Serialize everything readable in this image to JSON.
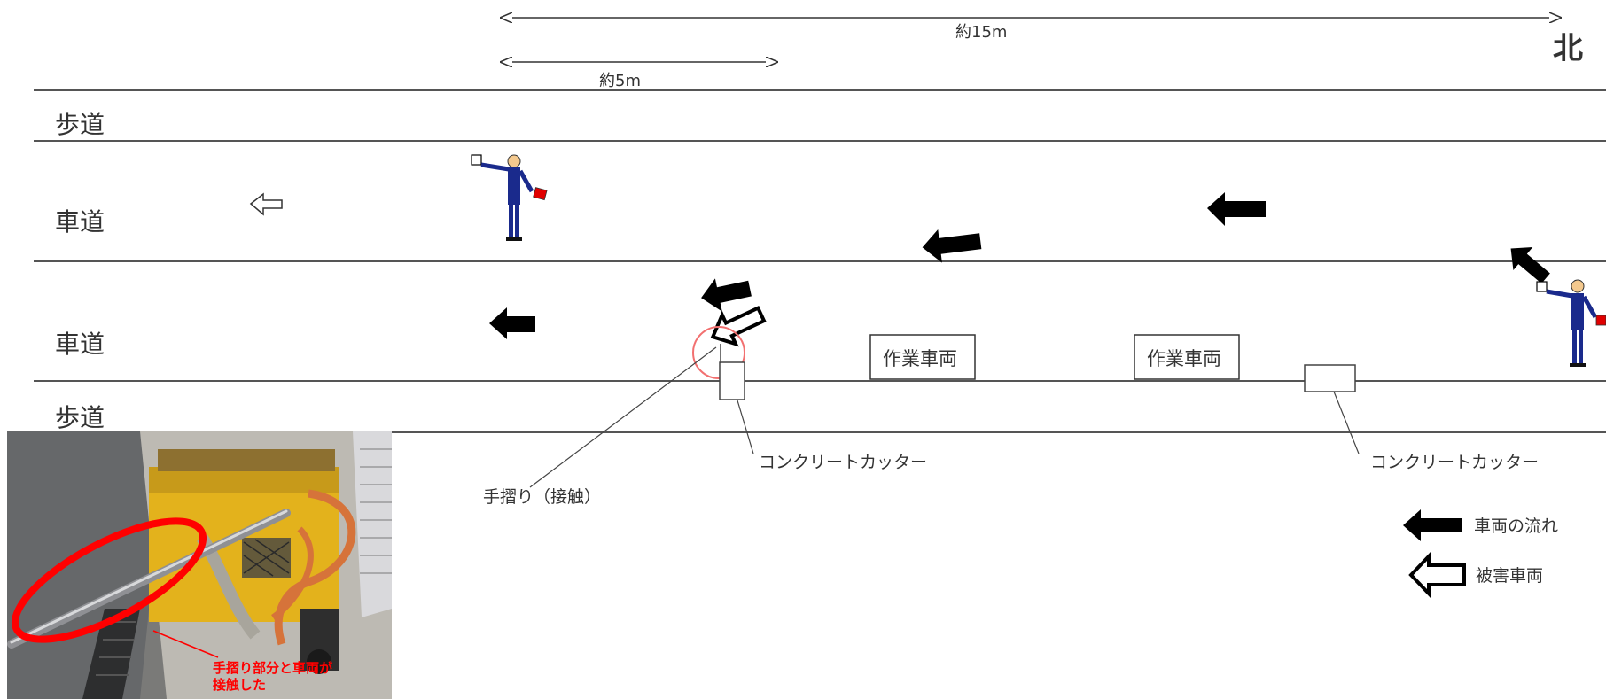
{
  "dimensions": {
    "long": "約15m",
    "short": "約5m"
  },
  "north_label": "北",
  "road_labels": {
    "sidewalk_top": "歩道",
    "lane_upper": "車道",
    "lane_lower": "車道",
    "sidewalk_bottom": "歩道"
  },
  "work_vehicles": [
    "作業車両",
    "作業車両"
  ],
  "callouts": {
    "handrail": "手摺り（接触）",
    "cutter_1": "コンクリートカッター",
    "cutter_2": "コンクリートカッター"
  },
  "legend": {
    "traffic_flow": "車両の流れ",
    "damaged_vehicle": "被害車両"
  },
  "photo": {
    "caption_line1": "手摺り部分と車両が",
    "caption_line2": "接触した"
  },
  "colors": {
    "lines": "#555555",
    "arrow_fill": "#000000",
    "flagger_uniform": "#1a2a8c",
    "flag_red": "#e00000",
    "highlight": "#ff0000",
    "machine": "#e3b21c"
  }
}
